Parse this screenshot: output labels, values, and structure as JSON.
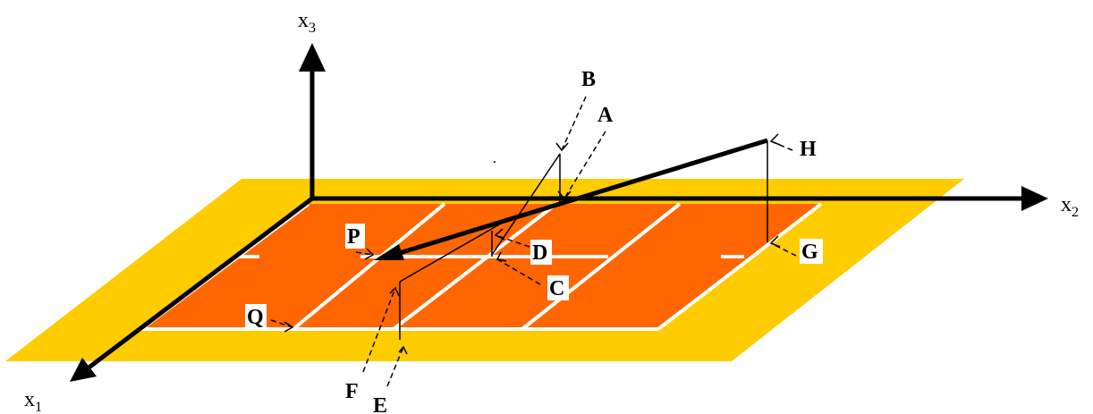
{
  "axes": {
    "x1": {
      "main": "x",
      "sub": "1"
    },
    "x2": {
      "main": "x",
      "sub": "2"
    },
    "x3": {
      "main": "x",
      "sub": "3"
    }
  },
  "points": {
    "A": "A",
    "B": "B",
    "C": "C",
    "D": "D",
    "E": "E",
    "F": "F",
    "G": "G",
    "H": "H",
    "P": "P",
    "Q": "Q"
  },
  "colors": {
    "surround": "#FFCC00",
    "court": "#FF6600",
    "lines": "#FFFFFF",
    "ink": "#000000"
  }
}
